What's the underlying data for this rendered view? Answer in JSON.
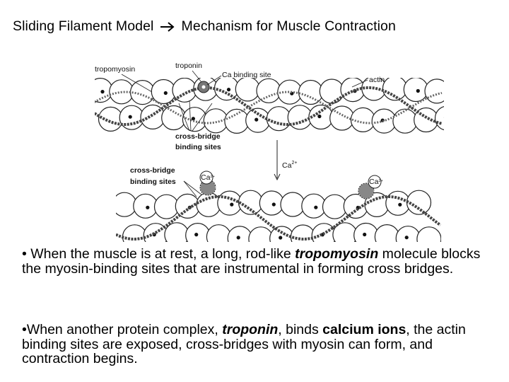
{
  "title": {
    "left": "Sliding Filament Model",
    "right": "Mechanism for Muscle Contraction"
  },
  "diagram": {
    "labels": {
      "tropomyosin": "tropomyosin",
      "troponin": "troponin",
      "ca_binding_site": "Ca binding site",
      "actin": "actin",
      "cross_bridge_top_1": "cross-bridge",
      "cross_bridge_top_2": "binding sites",
      "ca_arrow": "Ca",
      "ca_charge": "2+",
      "cross_bridge_bottom_1": "cross-bridge",
      "cross_bridge_bottom_2": "binding sites",
      "ion_label": "Ca",
      "ion_charge": "2+"
    }
  },
  "bullets": [
    {
      "parts": [
        "• When the muscle is at rest, a long, rod-like ",
        "tropomyosin",
        " molecule blocks the myosin-binding sites that are instrumental in forming cross bridges."
      ]
    },
    {
      "parts": [
        "•When another protein complex, ",
        "troponin",
        ", binds ",
        "calcium ions",
        ", the actin binding sites are exposed, cross-bridges with myosin can form, and contraction begins."
      ]
    }
  ]
}
